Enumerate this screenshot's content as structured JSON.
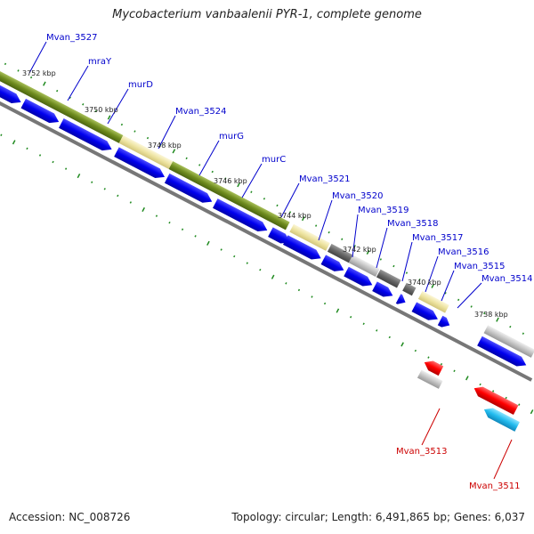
{
  "title": "Mycobacterium vanbaalenii PYR-1, complete genome",
  "footer": {
    "accession": "Accession: NC_008726",
    "summary": "Topology: circular; Length: 6,491,865 bp; Genes: 6,037"
  },
  "ruler_labels": [
    "3752 kbp",
    "3750 kbp",
    "3748 kbp",
    "3746 kbp",
    "3744 kbp",
    "3742 kbp",
    "3740 kbp",
    "3738 kbp"
  ],
  "forward_genes": [
    "Mvan_3527",
    "mraY",
    "murD",
    "Mvan_3524",
    "murG",
    "murC",
    "Mvan_3521",
    "Mvan_3520",
    "Mvan_3519",
    "Mvan_3518",
    "Mvan_3517",
    "Mvan_3516",
    "Mvan_3515",
    "Mvan_3514"
  ],
  "reverse_genes": [
    "Mvan_3513",
    "Mvan_3511"
  ],
  "colors": {
    "forward_label": "#0000cc",
    "reverse_label": "#cc0000",
    "cds": "#0000ee",
    "reverse_cds": "#ff0000",
    "cds_alt": "#22bbee",
    "cog_green": "#6e8b1e",
    "cog_yellow": "#ede3a0",
    "cog_dark": "#666666",
    "cog_light": "#c4c4c4",
    "tick": "#1f8a1f",
    "backbone": "#777777"
  }
}
